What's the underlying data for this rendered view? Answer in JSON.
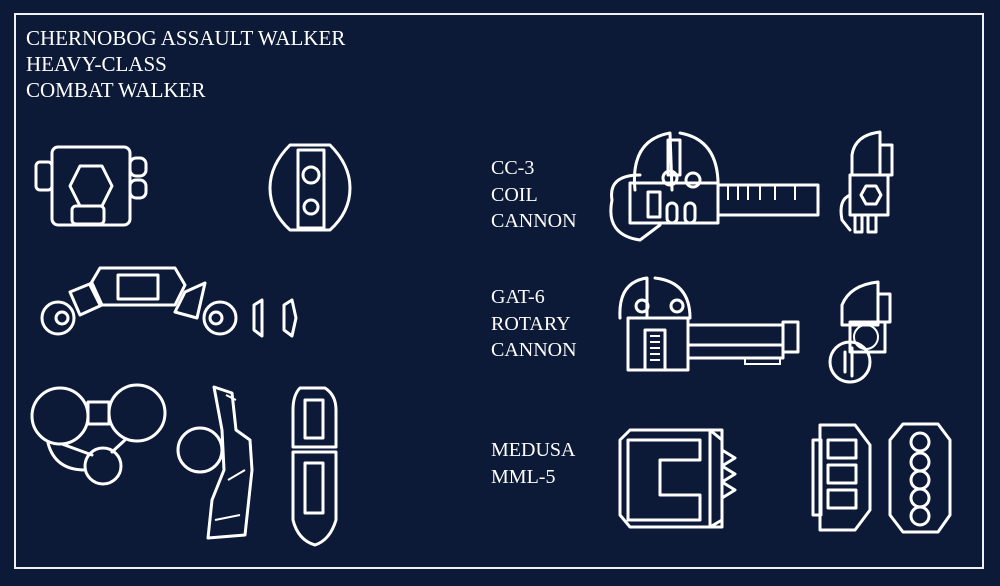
{
  "title": {
    "line1": "CHERNOBOG ASSAULT WALKER",
    "line2": "HEAVY-CLASS",
    "line3": "COMBAT WALKER"
  },
  "weapons": [
    {
      "line1": "CC-3",
      "line2": "COIL",
      "line3": "CANNON"
    },
    {
      "line1": "GAT-6",
      "line2": "ROTARY",
      "line3": "CANNON"
    },
    {
      "line1": "MEDUSA",
      "line2": "MML-5"
    }
  ],
  "colors": {
    "background": "#0c1a37",
    "lines": "#ffffff"
  }
}
